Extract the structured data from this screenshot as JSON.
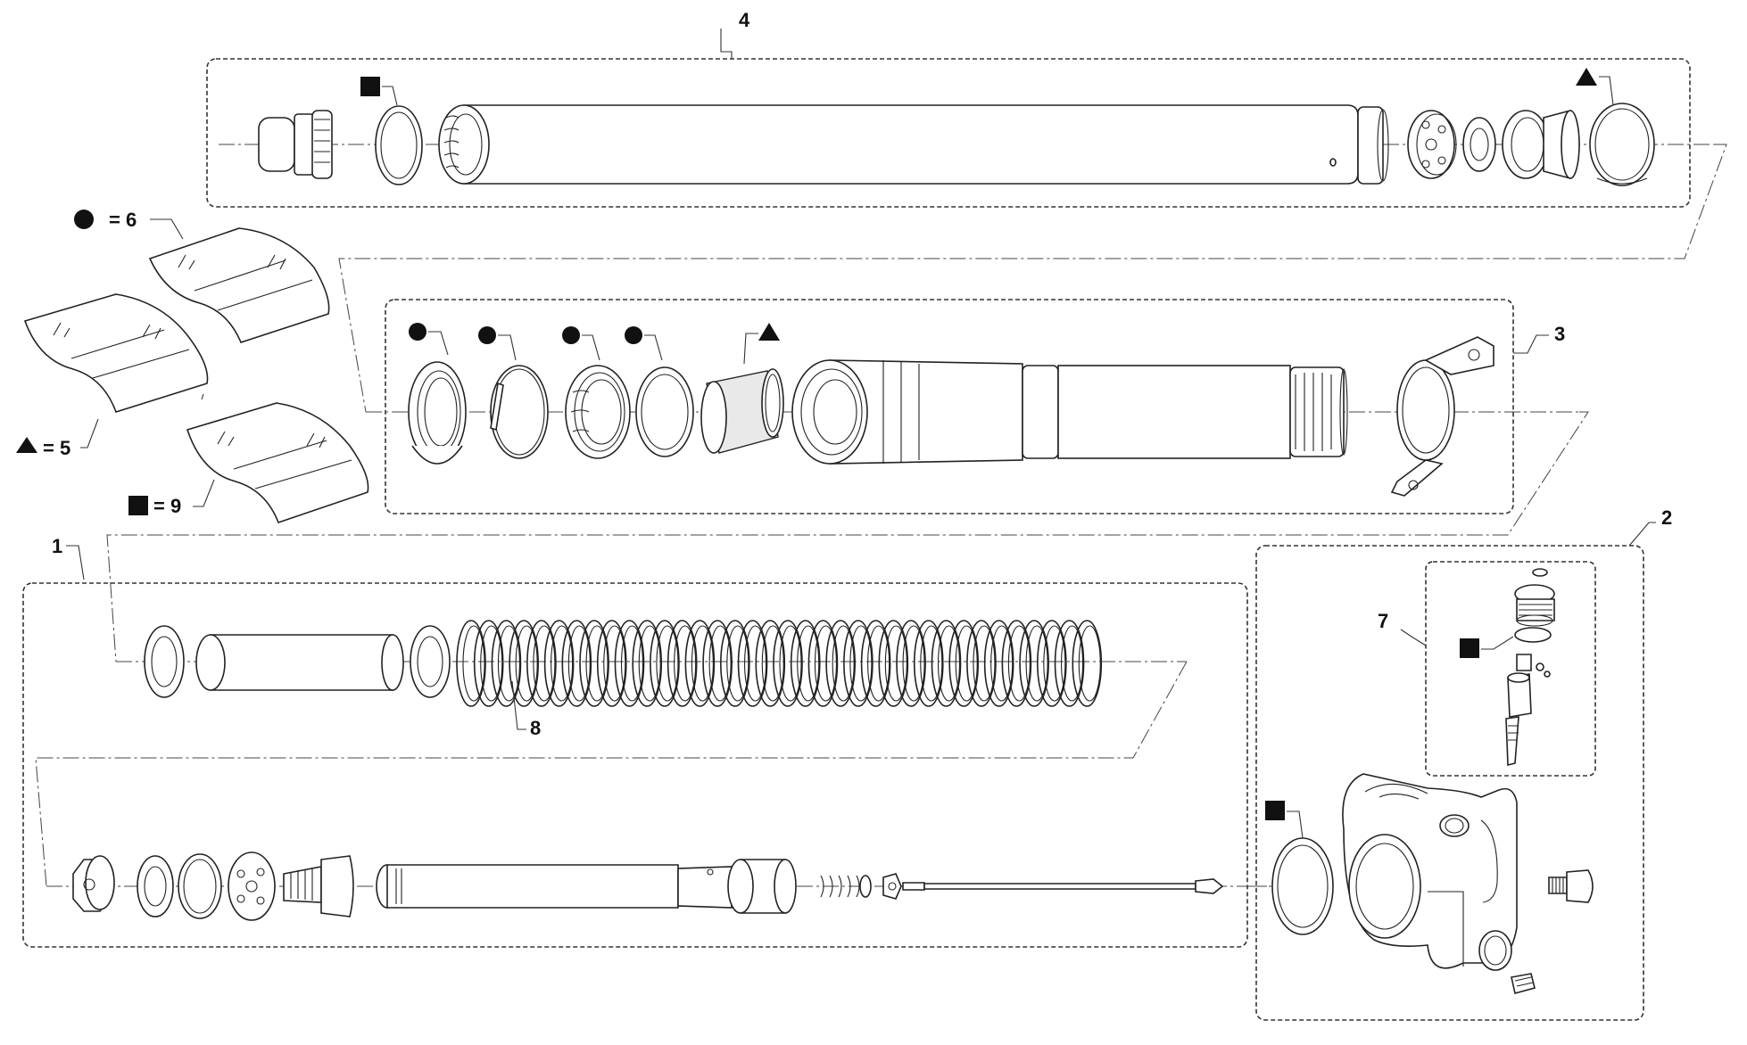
{
  "labels": {
    "ref1": "1",
    "ref2": "2",
    "ref3": "3",
    "ref4": "4",
    "ref7": "7",
    "ref8": "8"
  },
  "legend": {
    "circle_kit": "= 6",
    "triangle_kit": "= 5",
    "square_kit": "= 9"
  },
  "icons": [
    "circle-marker",
    "triangle-marker",
    "square-marker"
  ],
  "colors": {
    "line": "#222222",
    "background": "#ffffff"
  }
}
